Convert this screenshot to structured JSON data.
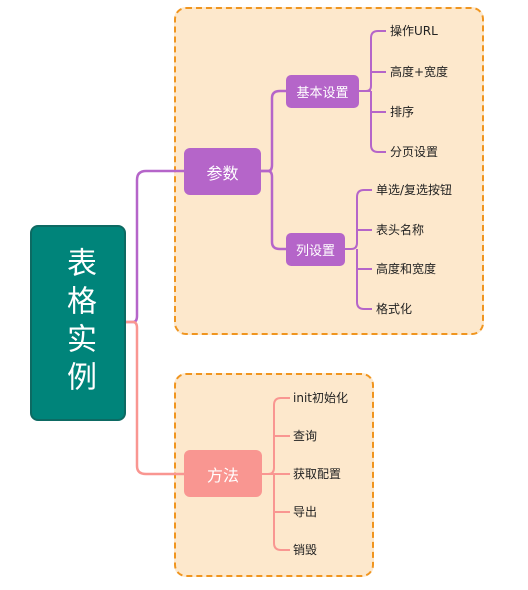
{
  "root": {
    "label": "表格实例"
  },
  "params": {
    "label": "参数",
    "basic": {
      "label": "基本设置",
      "items": [
        "操作URL",
        "高度+宽度",
        "排序",
        "分页设置"
      ]
    },
    "column": {
      "label": "列设置",
      "items": [
        "单选/复选按钮",
        "表头名称",
        "高度和宽度",
        "格式化"
      ]
    }
  },
  "methods": {
    "label": "方法",
    "items": [
      "init初始化",
      "查询",
      "获取配置",
      "导出",
      "销毁"
    ]
  },
  "colors": {
    "root": "#00847a",
    "purple": "#b565c9",
    "salmon": "#f99691",
    "group_fill": "#fde8cc",
    "group_border": "#f0951f"
  }
}
